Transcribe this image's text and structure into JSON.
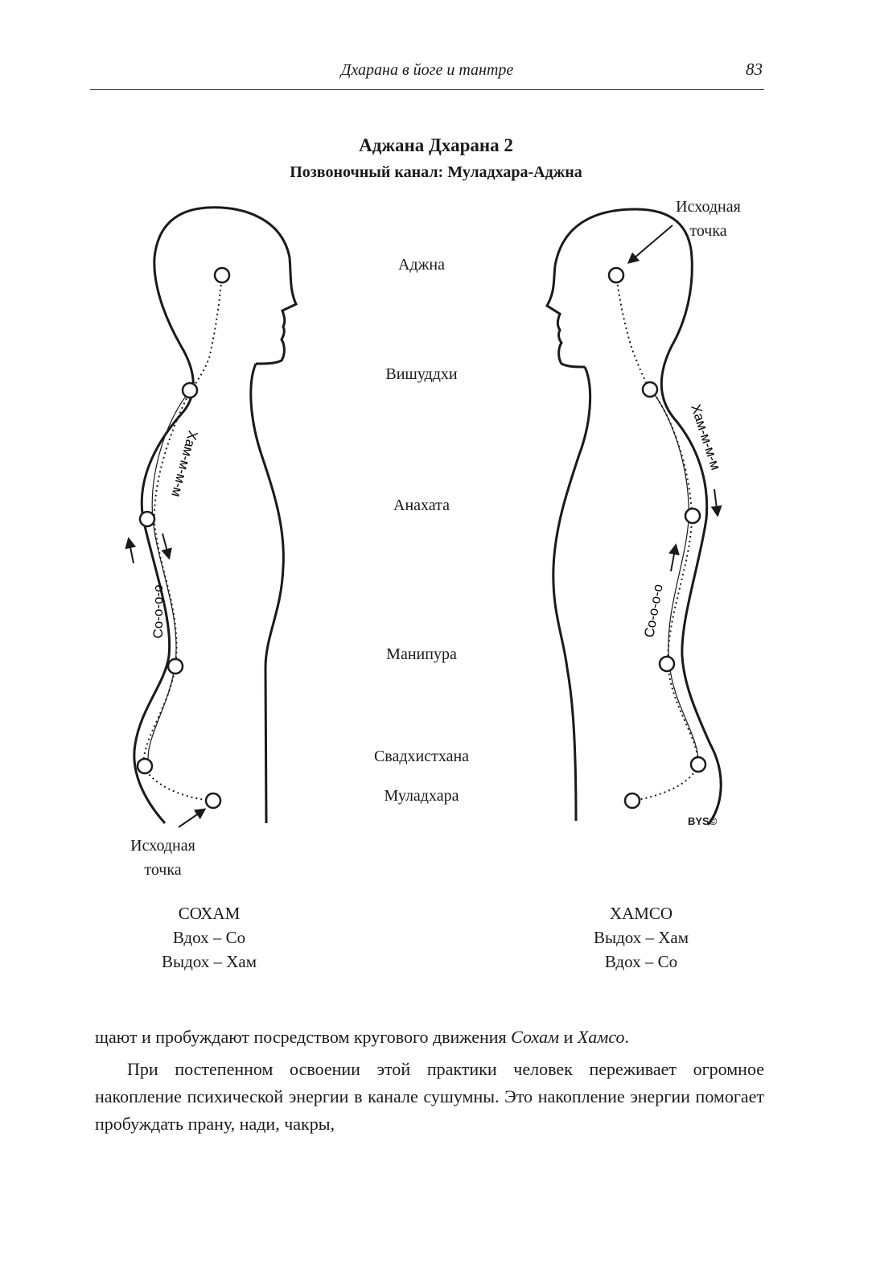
{
  "header": {
    "running_title": "Дхарана в йоге и тантре",
    "page_number": "83"
  },
  "figure": {
    "title": "Аджана Дхарана 2",
    "subtitle": "Позвоночный канал: Муладхара-Аджна",
    "chakras": [
      "Аджна",
      "Вишуддхи",
      "Анахата",
      "Манипура",
      "Свадхистхана",
      "Муладхара"
    ],
    "left": {
      "start_label_1": "Исходная",
      "start_label_2": "точка",
      "ascending_mantra": "Со-о-о-о",
      "descending_mantra": "Хам-м-м-м",
      "caption_title": "СОХАМ",
      "caption_line1": "Вдох – Со",
      "caption_line2": "Выдох – Хам"
    },
    "right": {
      "start_label_1": "Исходная",
      "start_label_2": "точка",
      "ascending_mantra": "Со-о-о-о",
      "descending_mantra": "Хам-м-м-м",
      "caption_title": "ХАМСО",
      "caption_line1": "Выдох – Хам",
      "caption_line2": "Вдох – Со"
    },
    "copyright": "BYS©"
  },
  "body": {
    "p1_text1": "щают и пробуждают посредством кругового движения ",
    "p1_italic1": "Сохам",
    "p1_text2": " и ",
    "p1_italic2": "Хамсо",
    "p1_text3": ".",
    "p2": "При постепенном освоении этой практики человек переживает огромное накопление психической энергии в канале сушумны. Это накопление энергии помогает пробуждать прану, нади, чакры,"
  }
}
